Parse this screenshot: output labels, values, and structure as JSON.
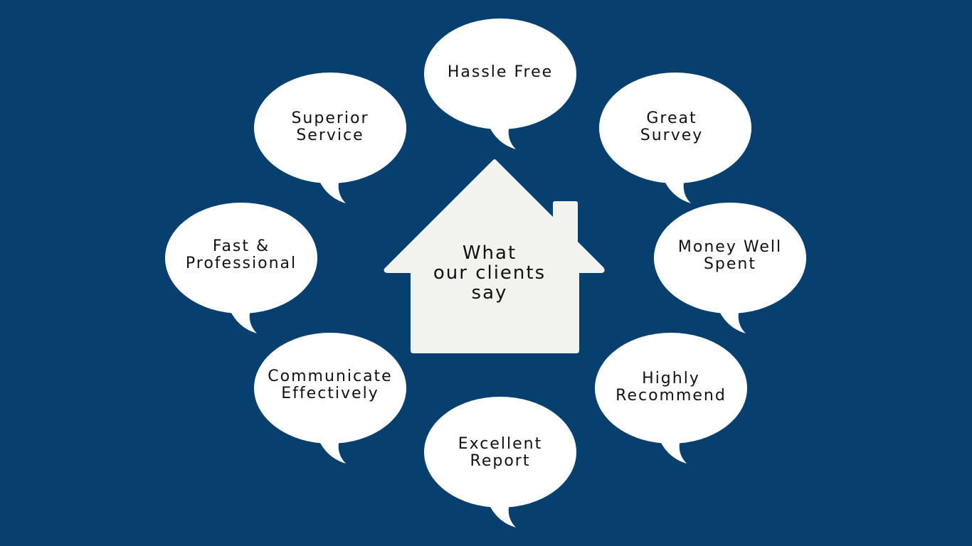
{
  "colors": {
    "background": "#073f6e",
    "bubble": "#ffffff",
    "house": "#f2f2ee",
    "text": "#111111"
  },
  "house": {
    "icon": "house-icon",
    "lines": [
      "What",
      "our clients",
      "say"
    ]
  },
  "bubbles": [
    {
      "id": "hassle-free",
      "lines": [
        "Hassle Free"
      ]
    },
    {
      "id": "great-survey",
      "lines": [
        "Great",
        "Survey"
      ]
    },
    {
      "id": "money-well-spent",
      "lines": [
        "Money Well",
        "Spent"
      ]
    },
    {
      "id": "highly-recommend",
      "lines": [
        "Highly",
        "Recommend"
      ]
    },
    {
      "id": "excellent-report",
      "lines": [
        "Excellent",
        "Report"
      ]
    },
    {
      "id": "communicate-effectively",
      "lines": [
        "Communicate",
        "Effectively"
      ]
    },
    {
      "id": "fast-professional",
      "lines": [
        "Fast &",
        "Professional"
      ]
    },
    {
      "id": "superior-service",
      "lines": [
        "Superior",
        "Service"
      ]
    }
  ]
}
